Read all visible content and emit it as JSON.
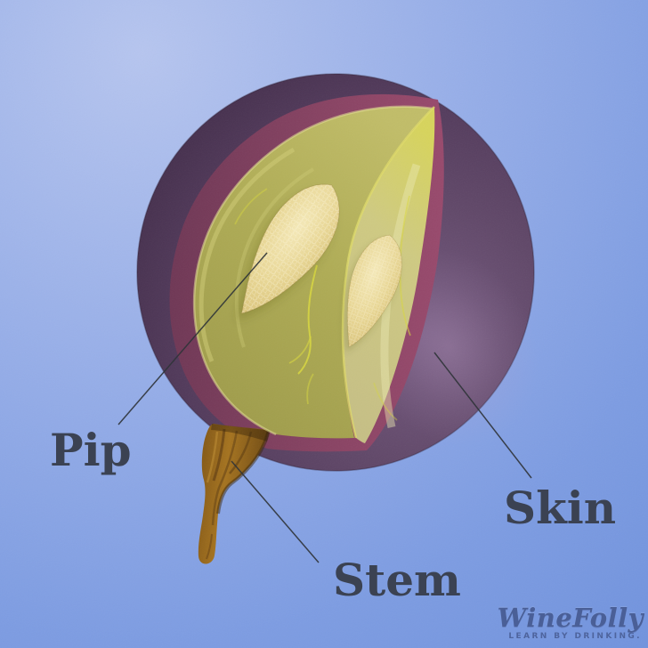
{
  "diagram": {
    "subject": "grape-cross-section",
    "labels": [
      {
        "id": "pip",
        "text": "Pip"
      },
      {
        "id": "stem",
        "text": "Stem"
      },
      {
        "id": "skin",
        "text": "Skin"
      }
    ],
    "colors": {
      "background_light": "#b6c5ef",
      "background_dark": "#6d90dc",
      "skin_purple_light": "#755a80",
      "skin_purple_mid": "#614869",
      "skin_purple_dark": "#46304e",
      "inner_skin_maroon": "#874262",
      "flesh_olive": "#afac55",
      "flesh_pale": "#cfca82",
      "seam_highlight": "#e0de6a",
      "pip_cream": "#e9d795",
      "stem_brown": "#a5731f",
      "label_text": "#3b4252",
      "leader_line": "#2c3136",
      "logo_blue": "#4a5f97"
    }
  },
  "branding": {
    "logo_text": "WineFolly",
    "tagline": "LEARN BY DRINKING."
  }
}
